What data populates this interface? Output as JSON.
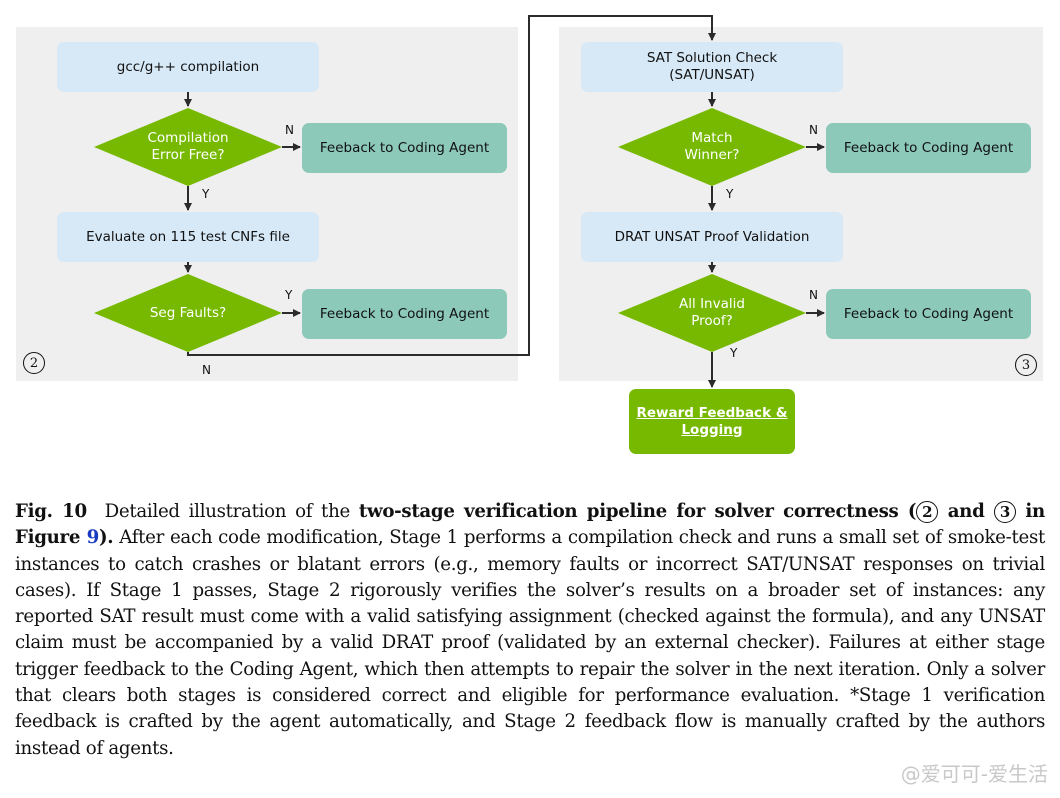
{
  "flowchart": {
    "stage2": {
      "compile_box": "gcc/g++ compilation",
      "compile_check": "Compilation\nError Free?",
      "compile_fail_box": "Feeback to Coding Agent",
      "evaluate_box": "Evaluate on 115 test CNFs file",
      "segfault_check": "Seg Faults?",
      "segfault_box": "Feeback to Coding Agent",
      "label_compile_n": "N",
      "label_compile_y": "Y",
      "label_segfault_y": "Y",
      "label_segfault_n": "N",
      "stage_marker": "2"
    },
    "stage3": {
      "sat_check_box": "SAT Solution Check\n(SAT/UNSAT)",
      "winner_check": "Match\nWinner?",
      "winner_fail_box": "Feeback to Coding Agent",
      "drat_box": "DRAT UNSAT Proof Validation",
      "proof_check": "All Invalid\nProof?",
      "proof_fail_box": "Feeback to Coding Agent",
      "reward_box": "Reward Feedback &\nLogging",
      "label_winner_n": "N",
      "label_winner_y": "Y",
      "label_proof_n": "N",
      "label_proof_y": "Y",
      "stage_marker": "3"
    },
    "colors": {
      "panel": "#efefef",
      "blue_box": "#d7e9f7",
      "teal_box": "#8cc9b9",
      "diamond_green": "#76b900",
      "arrow": "#2b2b2b"
    }
  },
  "caption": {
    "label": "Fig. 10",
    "intro": "Detailed illustration of the",
    "bold_title_1": "two-stage verification pipeline for solver correctness (",
    "circle_2": "2",
    "and_text": "and",
    "circle_3": "3",
    "in_figure": "in Figure",
    "figure_ref": "9",
    "close": ").",
    "body": "After each code modification, Stage 1 performs a compilation check and runs a small set of smoke-test instances to catch crashes or blatant errors (e.g., memory faults or incorrect SAT/UNSAT responses on trivial cases). If Stage 1 passes, Stage 2 rigorously verifies the solver’s results on a broader set of instances: any reported SAT result must come with a valid satisfying assignment (checked against the formula), and any UNSAT claim must be accompanied by a valid DRAT proof (validated by an external checker). Failures at either stage trigger feedback to the Coding Agent, which then attempts to repair the solver in the next iteration. Only a solver that clears both stages is considered correct and eligible for performance evaluation. *Stage 1 verification feedback is crafted by the agent automatically, and Stage 2 feedback flow is manually crafted by the authors instead of agents."
  },
  "watermark": "@爱可可-爱生活"
}
